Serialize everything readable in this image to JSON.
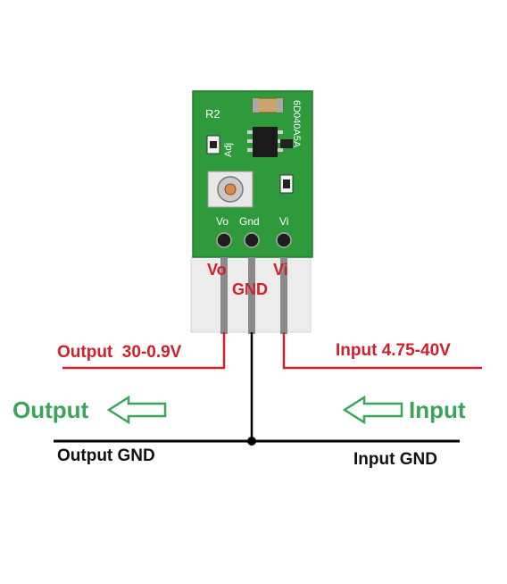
{
  "board": {
    "ref_r2": "R2",
    "ref_adj": "Adj",
    "model": "6D040A5A",
    "pin_vo": "Vo",
    "pin_gnd": "Gnd",
    "pin_vi": "Vi"
  },
  "pins": {
    "vo": "Vo",
    "gnd": "GND",
    "vi": "Vi"
  },
  "labels": {
    "output_voltage": "Output  30-0.9V",
    "input_voltage": "Input 4.75-40V",
    "output_arrow": "Output",
    "input_arrow": "Input",
    "output_gnd": "Output GND",
    "input_gnd": "Input GND"
  },
  "colors": {
    "red": "#d0202e",
    "green": "#3aa45a",
    "pcb": "#2f9a3c"
  }
}
